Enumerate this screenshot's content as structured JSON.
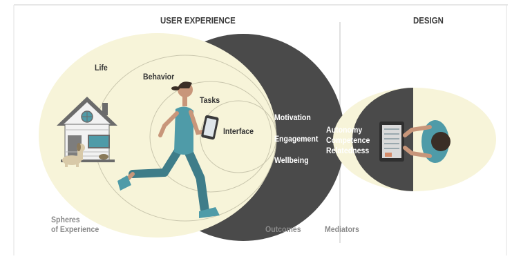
{
  "headers": {
    "user_experience": "USER EXPERIENCE",
    "design": "DESIGN"
  },
  "spheres": {
    "life": "Life",
    "behavior": "Behavior",
    "tasks": "Tasks",
    "interface": "Interface",
    "caption_line1": "Spheres",
    "caption_line2": "of Experience"
  },
  "outcomes": {
    "items": [
      "Motivation",
      "Engagement",
      "Wellbeing"
    ],
    "caption": "Outcomes"
  },
  "mediators": {
    "items": [
      "Autonomy",
      "Competence",
      "Relatedness"
    ],
    "caption": "Mediators"
  },
  "colors": {
    "cream": "#f7f4d9",
    "dark_grey": "#4a4a4a",
    "ring_line": "#c9c6ad",
    "teal": "#4f9ba8",
    "skin": "#c8967a",
    "hair": "#3a2e26",
    "border": "#cfcfcf"
  },
  "icons": [
    "house-icon",
    "dog-icon",
    "runner-icon",
    "phone-icon",
    "tablet-icon",
    "person-top-view-icon"
  ]
}
